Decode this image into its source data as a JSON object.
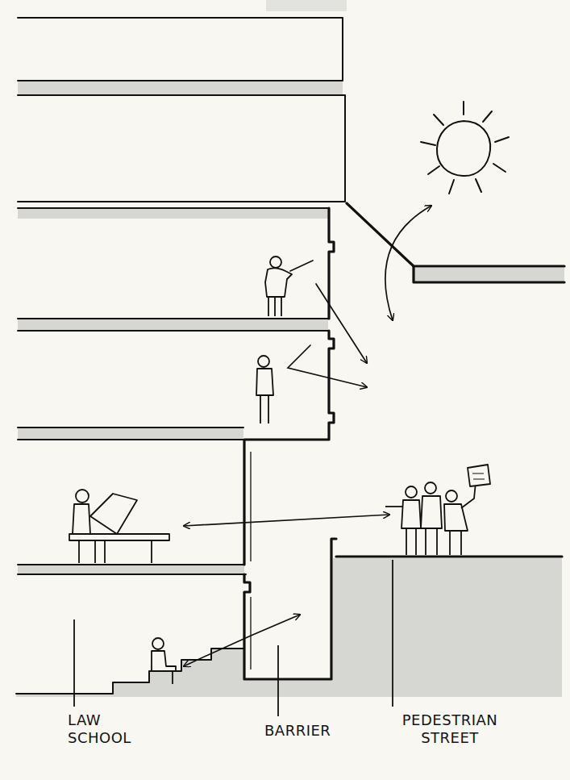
{
  "diagram": {
    "labels": [
      "LAW SCHOOL",
      "BARRIER",
      "PEDESTRIAN STREET"
    ]
  }
}
